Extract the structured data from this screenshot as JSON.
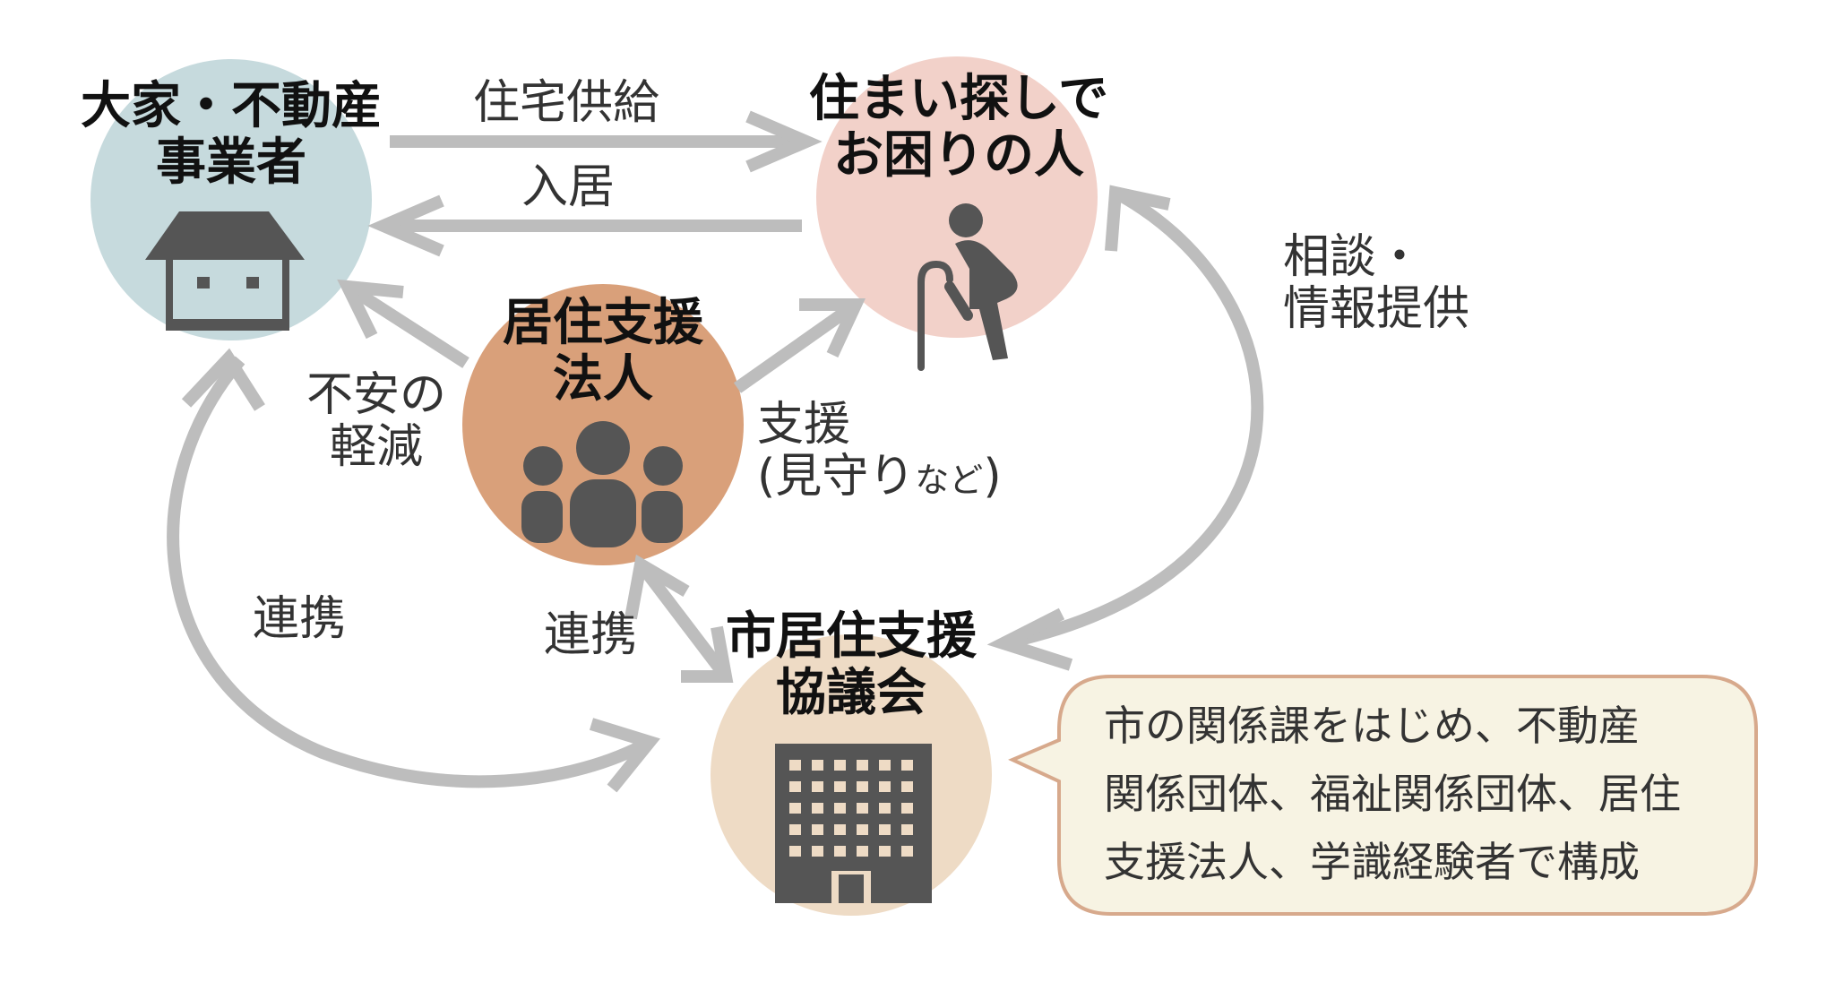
{
  "colors": {
    "arrow": "#bdbdbd",
    "landlord_circle": "#c6dadd",
    "seeker_circle": "#f2d1c9",
    "support_corp_circle": "#d9a07a",
    "council_circle": "#eedbc5",
    "icon": "#555555",
    "callout_fill": "#f7f3e3",
    "callout_stroke": "#d7a98c"
  },
  "nodes": {
    "landlord": {
      "line1": "大家・不動産",
      "line2": "事業者",
      "icon": "house-icon"
    },
    "seeker": {
      "line1": "住まい探しで",
      "line2": "お困りの人",
      "icon": "elderly-with-cane-icon"
    },
    "support_corp": {
      "line1": "居住支援",
      "line2": "法人",
      "icon": "group-people-icon"
    },
    "council": {
      "line1": "市居住支援",
      "line2": "協議会",
      "icon": "office-building-icon"
    }
  },
  "edges": {
    "housing_supply": "住宅供給",
    "move_in": "入居",
    "anxiety_line1": "不安の",
    "anxiety_line2": "軽減",
    "support_line1": "支援",
    "support_line2_main": "(見守り",
    "support_line2_small": "など",
    "support_line2_end": ")",
    "consult_line1": "相談・",
    "consult_line2": "情報提供",
    "cooperation_left": "連携",
    "cooperation_center": "連携"
  },
  "callout": {
    "line1": "市の関係課をはじめ、不動産",
    "line2": "関係団体、福祉関係団体、居住",
    "line3": "支援法人、学識経験者で構成"
  }
}
